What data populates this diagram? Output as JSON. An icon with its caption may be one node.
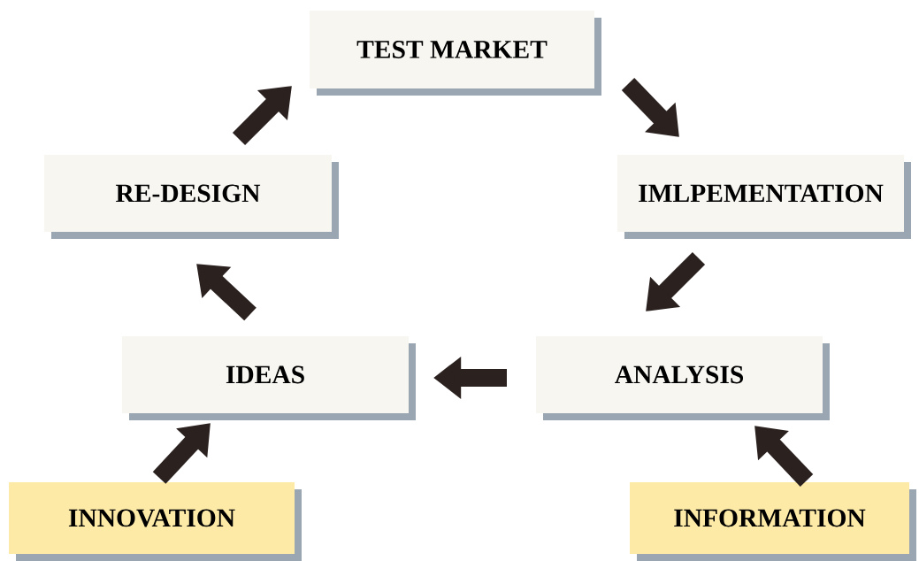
{
  "diagram": {
    "nodes": [
      {
        "text": [
          "TEST MARKET"
        ]
      },
      {
        "text": [
          "RE-DESIGN"
        ]
      },
      {
        "text": [
          "IMLPEMENTATION"
        ]
      },
      {
        "text": [
          "IDEAS"
        ]
      },
      {
        "text": [
          "ANALYSIS"
        ]
      },
      {
        "text": [
          "INNOVATION"
        ]
      },
      {
        "text": [
          "INFORMATION"
        ]
      }
    ],
    "edges": [
      {
        "from": 1,
        "to": 0,
        "arrow": "to"
      },
      {
        "from": 0,
        "to": 2,
        "arrow": "to"
      },
      {
        "from": 2,
        "to": 4,
        "arrow": "to"
      },
      {
        "from": 4,
        "to": 3,
        "arrow": "to"
      },
      {
        "from": 3,
        "to": 1,
        "arrow": "to"
      },
      {
        "from": 5,
        "to": 3,
        "arrow": "to"
      },
      {
        "from": 6,
        "to": 4,
        "arrow": "to"
      }
    ]
  }
}
